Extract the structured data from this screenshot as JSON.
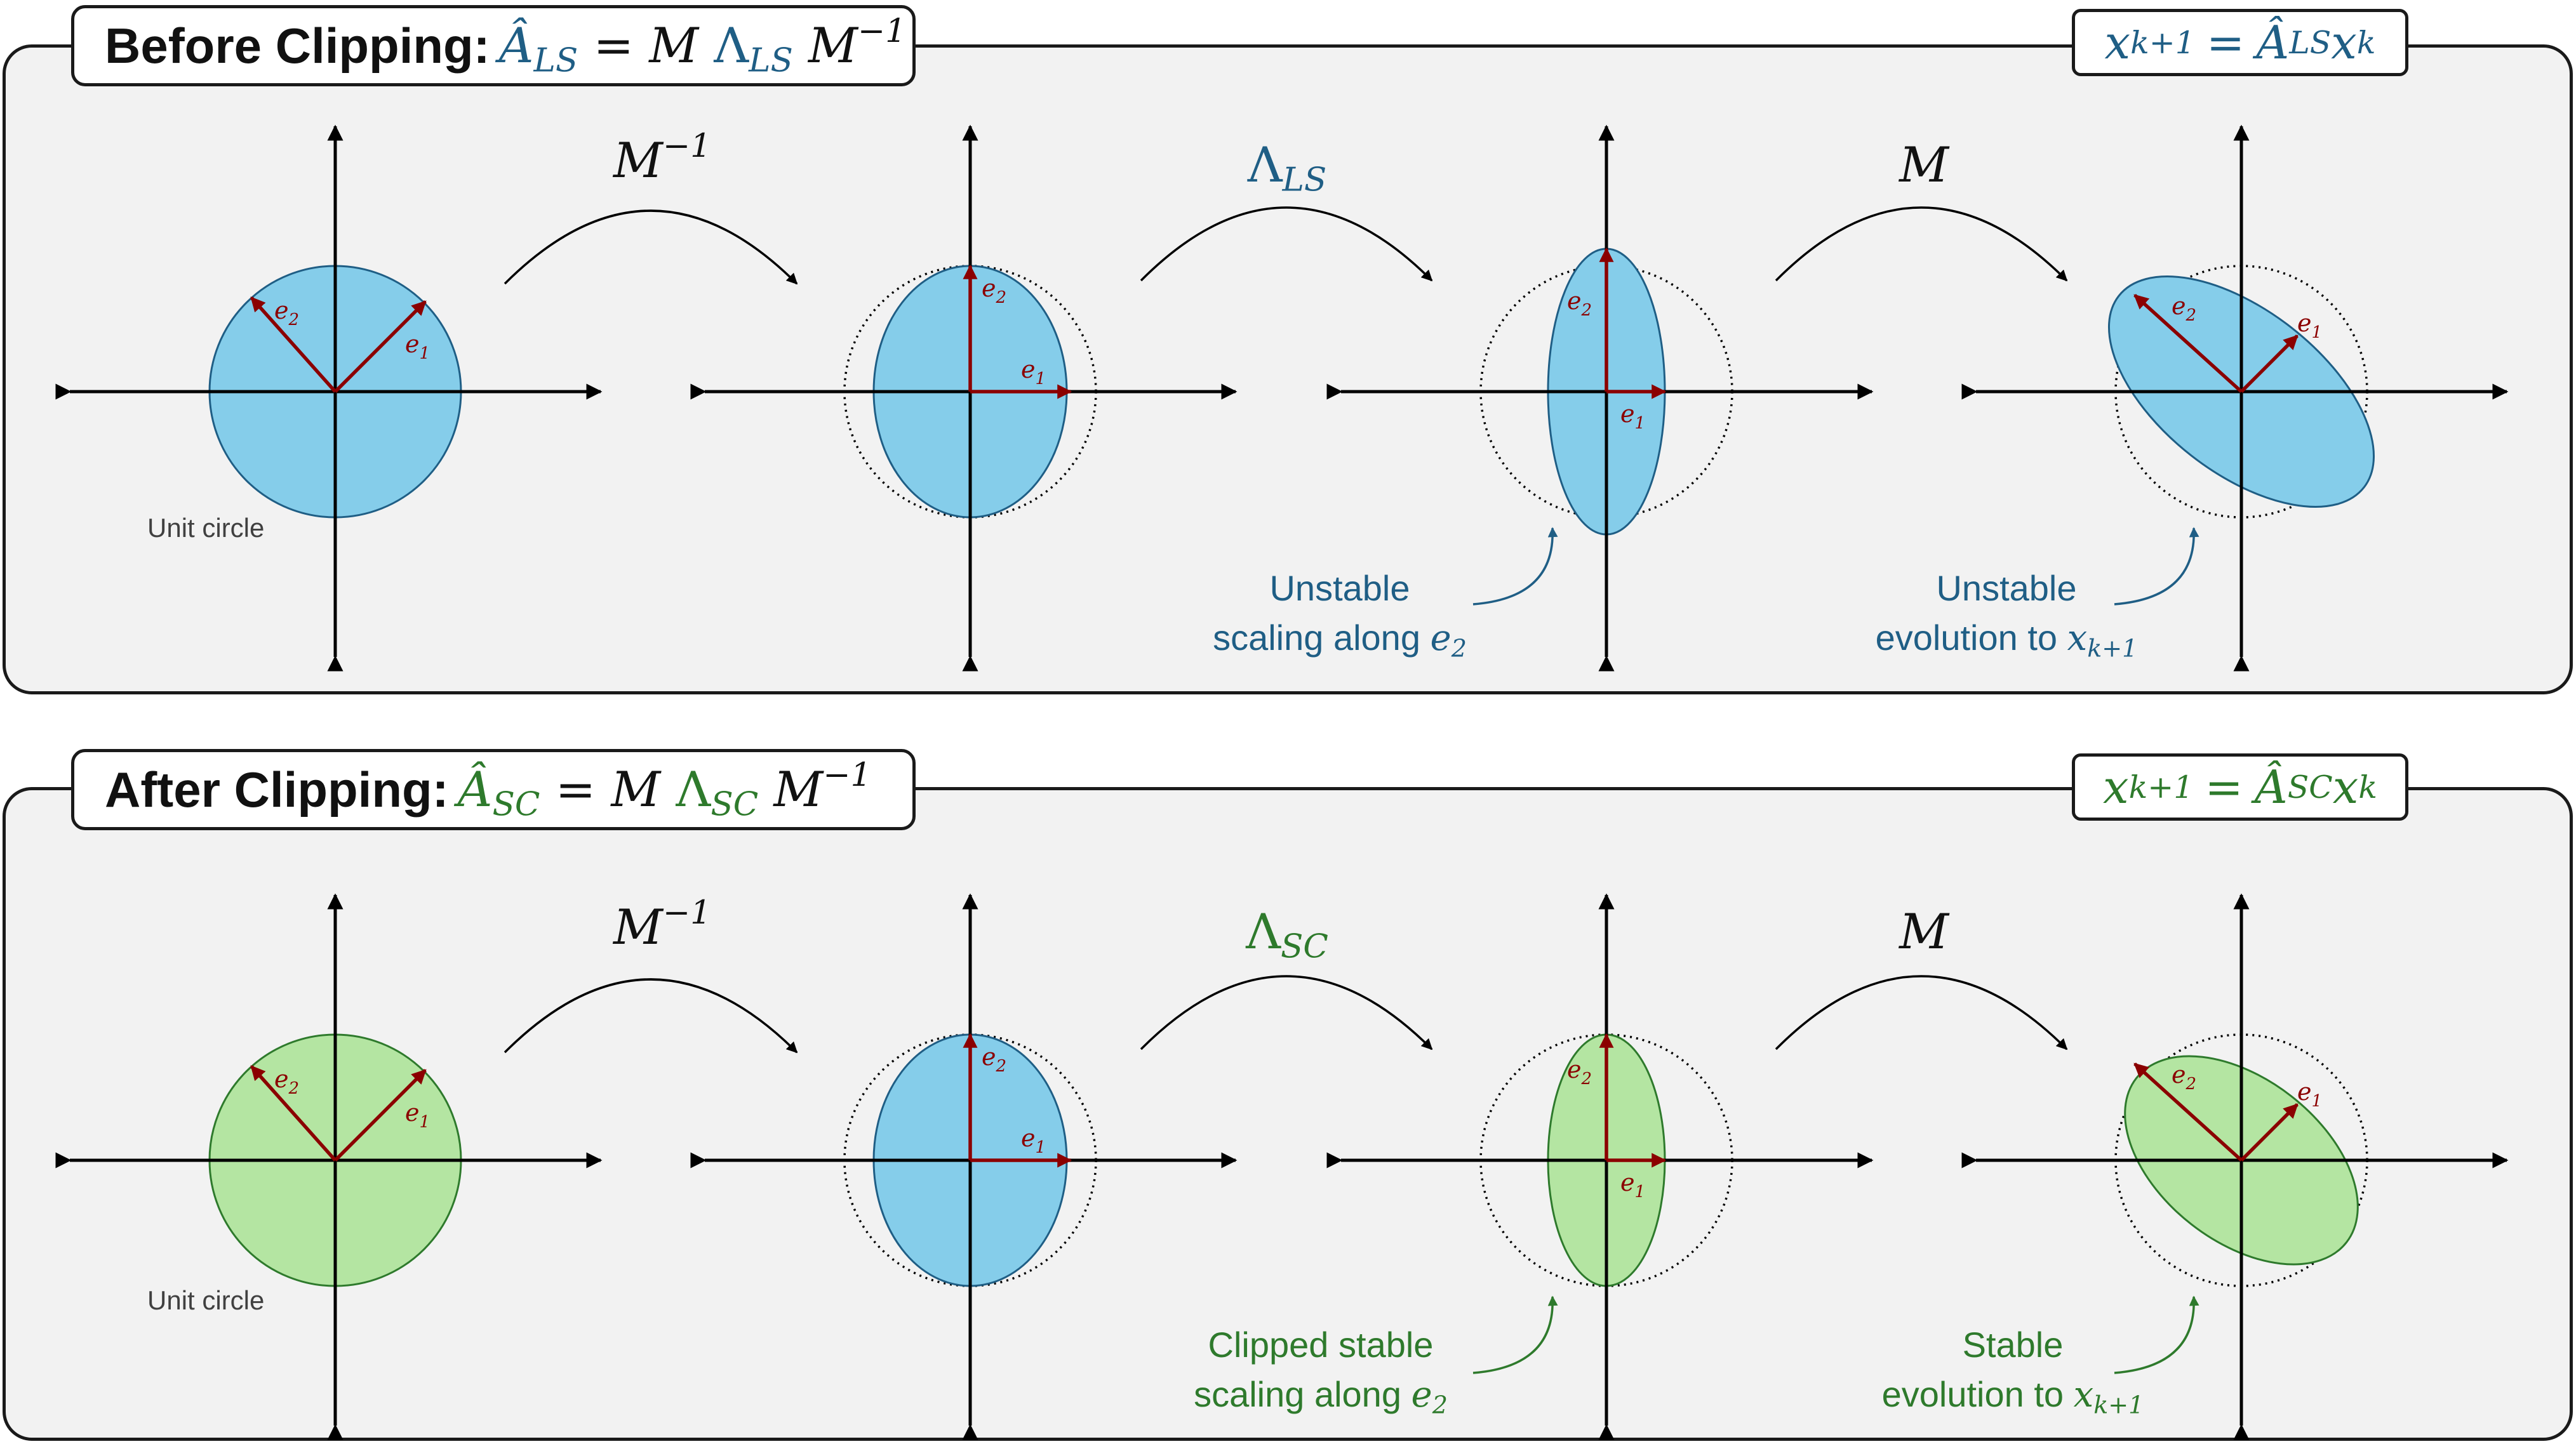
{
  "panels": {
    "before": {
      "title_label": "Before Clipping",
      "title_colon": ":",
      "title_lhs": "Â",
      "title_lhs_sub": "LS",
      "title_eq": "= M",
      "title_lambda": "Λ",
      "title_lambda_sub": "LS",
      "title_m": "M",
      "title_m_sup": "−1",
      "update_x": "x",
      "update_x_sub": "k+1",
      "update_eq": "=",
      "update_a": "Â",
      "update_a_sub": "LS",
      "update_xk": "x",
      "update_xk_sub": "k",
      "op1": "M",
      "op1_sup": "−1",
      "op2": "Λ",
      "op2_sub": "LS",
      "op3": "M",
      "unit_circle": "Unit circle",
      "ann1_line1": "Unstable",
      "ann1_line2": "scaling along",
      "ann1_var": "e",
      "ann1_var_sub": "2",
      "ann2_line1": "Unstable",
      "ann2_line2": "evolution to",
      "ann2_var": "x",
      "ann2_var_sub": "k+1",
      "accent_color": "#1f5e85",
      "fill_color": "#85cdea"
    },
    "after": {
      "title_label": "After Clipping",
      "title_colon": ":",
      "title_lhs": "Â",
      "title_lhs_sub": "SC",
      "title_eq": "= M",
      "title_lambda": "Λ",
      "title_lambda_sub": "SC",
      "title_m": "M",
      "title_m_sup": "−1",
      "update_x": "x",
      "update_x_sub": "k+1",
      "update_eq": "=",
      "update_a": "Â",
      "update_a_sub": "SC",
      "update_xk": "x",
      "update_xk_sub": "k",
      "op1": "M",
      "op1_sup": "−1",
      "op2": "Λ",
      "op2_sub": "SC",
      "op3": "M",
      "unit_circle": "Unit circle",
      "ann1_line1": "Clipped stable",
      "ann1_line2": "scaling along",
      "ann1_var": "e",
      "ann1_var_sub": "2",
      "ann2_line1": "Stable",
      "ann2_line2": "evolution to",
      "ann2_var": "x",
      "ann2_var_sub": "k+1",
      "accent_color": "#2e7a2c",
      "fill_color": "#b4e5a2"
    }
  },
  "vector_labels": {
    "e1": "e",
    "e1_sub": "1",
    "e2": "e",
    "e2_sub": "2"
  },
  "colors": {
    "vector": "#8b0000",
    "axis": "#000000",
    "fill_ls": "#85cdea",
    "fill_sc": "#b4e5a2"
  }
}
